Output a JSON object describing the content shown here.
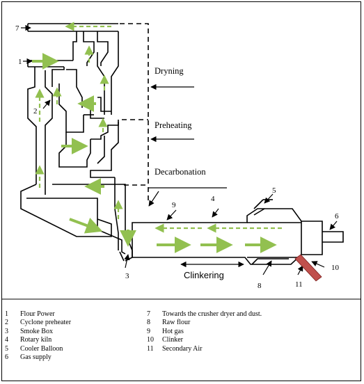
{
  "labels": {
    "drying": "Dryning",
    "preheating": "Preheating",
    "decarbonation": "Decarbonation",
    "clinkering": "Clinkering"
  },
  "callouts": [
    "1",
    "2",
    "3",
    "4",
    "5",
    "6",
    "7",
    "8",
    "9",
    "10",
    "11"
  ],
  "legend": {
    "left": [
      {
        "num": "1",
        "text": "Flour Power"
      },
      {
        "num": "2",
        "text": "Cyclone preheater"
      },
      {
        "num": "3",
        "text": "Smoke Box"
      },
      {
        "num": "4",
        "text": "Rotary kiln"
      },
      {
        "num": "5",
        "text": "Cooler Balloon"
      },
      {
        "num": "6",
        "text": "Gas supply"
      }
    ],
    "right": [
      {
        "num": "7",
        "text": "Towards the crusher dryer and dust."
      },
      {
        "num": "8",
        "text": "Raw flour"
      },
      {
        "num": "9",
        "text": "Hot gas"
      },
      {
        "num": "10",
        "text": "Clinker"
      },
      {
        "num": "11",
        "text": "Secondary Air"
      }
    ]
  },
  "colors": {
    "line": "#000000",
    "flow_arrow": "#92c050",
    "clinker": "#c0504d"
  }
}
